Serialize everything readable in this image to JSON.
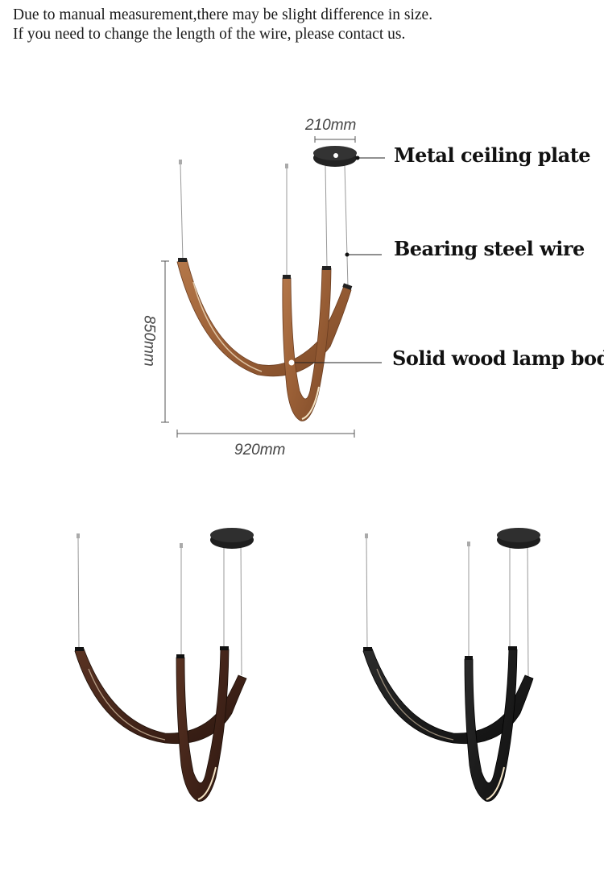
{
  "notes": {
    "line1": "Due to manual measurement,there may be slight difference in size.",
    "line2": "If you need to change the length of the wire, please contact us."
  },
  "callouts": {
    "plate": "Metal ceiling plate",
    "wire": "Bearing steel wire",
    "body": "Solid wood lamp body"
  },
  "dimensions": {
    "plate_diameter": "210mm",
    "width": "920mm",
    "height": "850mm"
  },
  "finish_colors": {
    "natural_wood": "#a4693f",
    "walnut": "#4a2a1c",
    "black": "#202020"
  }
}
